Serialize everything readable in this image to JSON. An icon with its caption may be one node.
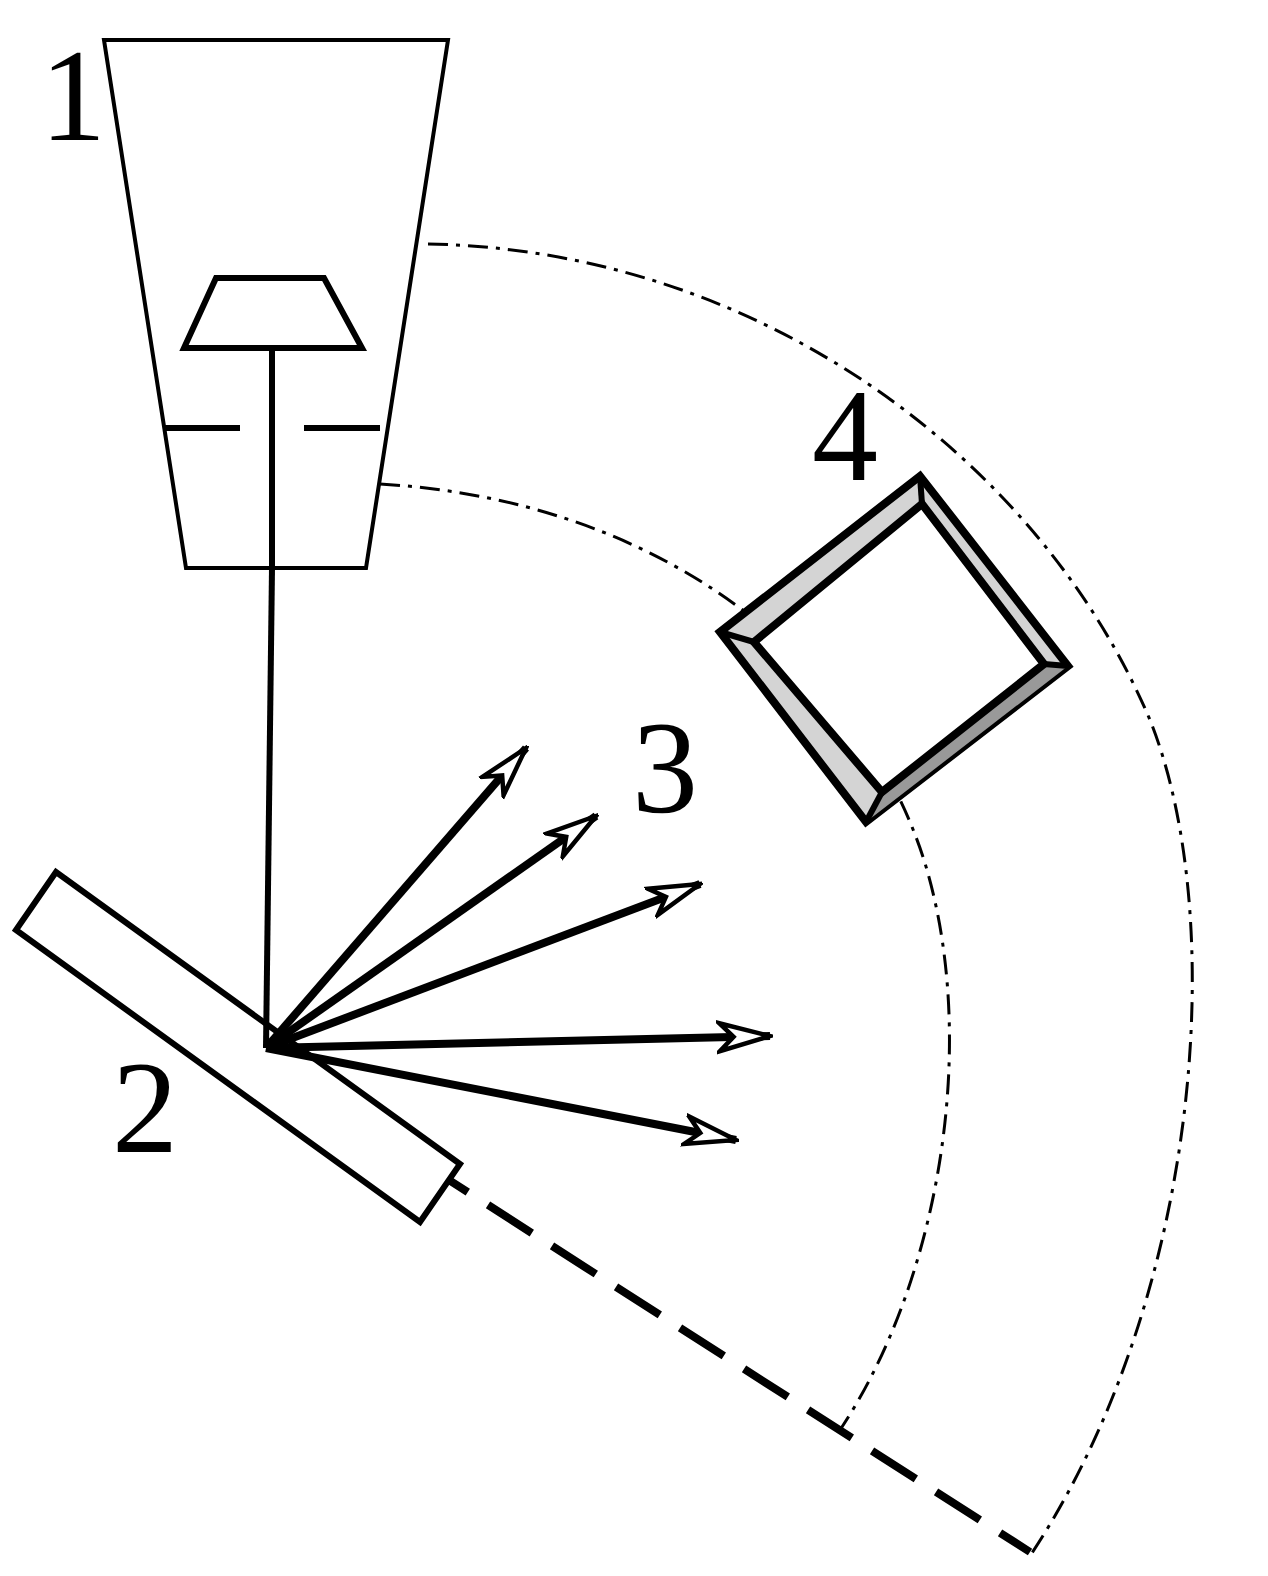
{
  "diagram": {
    "nodes": [
      {
        "text": [
          "1"
        ]
      },
      {
        "text": [
          "2"
        ]
      },
      {
        "text": [
          "4"
        ]
      }
    ],
    "edges": [
      {
        "from": 0,
        "to": 1,
        "arrow": "none"
      },
      {
        "from": 1,
        "to": null,
        "arrow": "to"
      },
      {
        "from": 1,
        "to": null,
        "arrow": "to"
      },
      {
        "from": 1,
        "to": null,
        "arrow": "to"
      },
      {
        "from": 1,
        "to": null,
        "arrow": "to"
      },
      {
        "from": 1,
        "to": null,
        "arrow": "to"
      }
    ],
    "labels": [
      "3"
    ]
  }
}
